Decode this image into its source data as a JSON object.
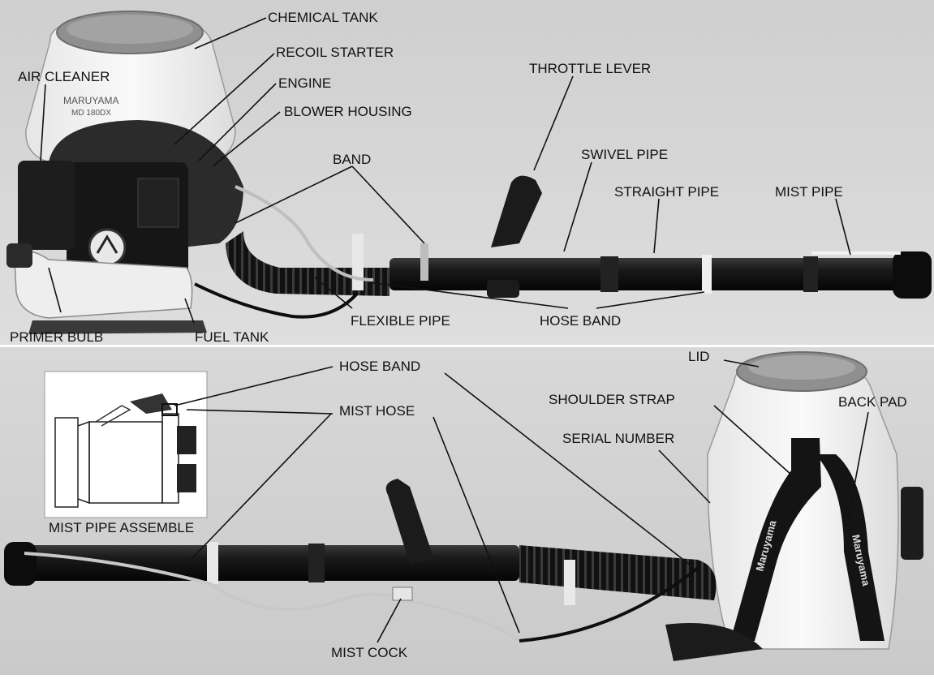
{
  "labels": {
    "chemical_tank": "CHEMICAL TANK",
    "recoil_starter": "RECOIL STARTER",
    "air_cleaner": "AIR CLEANER",
    "engine": "ENGINE",
    "blower_housing": "BLOWER HOUSING",
    "throttle_lever": "THROTTLE LEVER",
    "band": "BAND",
    "swivel_pipe": "SWIVEL PIPE",
    "straight_pipe": "STRAIGHT PIPE",
    "mist_pipe": "MIST PIPE",
    "primer_bulb": "PRIMER BULB",
    "fuel_tank": "FUEL TANK",
    "flexible_pipe": "FLEXIBLE PIPE",
    "hose_band_top": "HOSE BAND",
    "lid": "LID",
    "hose_band_bottom": "HOSE BAND",
    "shoulder_strap": "SHOULDER STRAP",
    "back_pad": "BACK PAD",
    "mist_hose": "MIST HOSE",
    "serial_number": "SERIAL NUMBER",
    "mist_pipe_assemble": "MIST PIPE ASSEMBLE",
    "mist_cock": "MIST COCK"
  },
  "tank_brand": "MARUYAMA",
  "tank_model": "MD 180DX",
  "strap_brand": "Maruyama",
  "colors": {
    "photo_bg": "#d6d6d6",
    "tank_white": "#f2f2f2",
    "lid_gray": "#8f8f8f",
    "pipe_black": "#141414"
  }
}
